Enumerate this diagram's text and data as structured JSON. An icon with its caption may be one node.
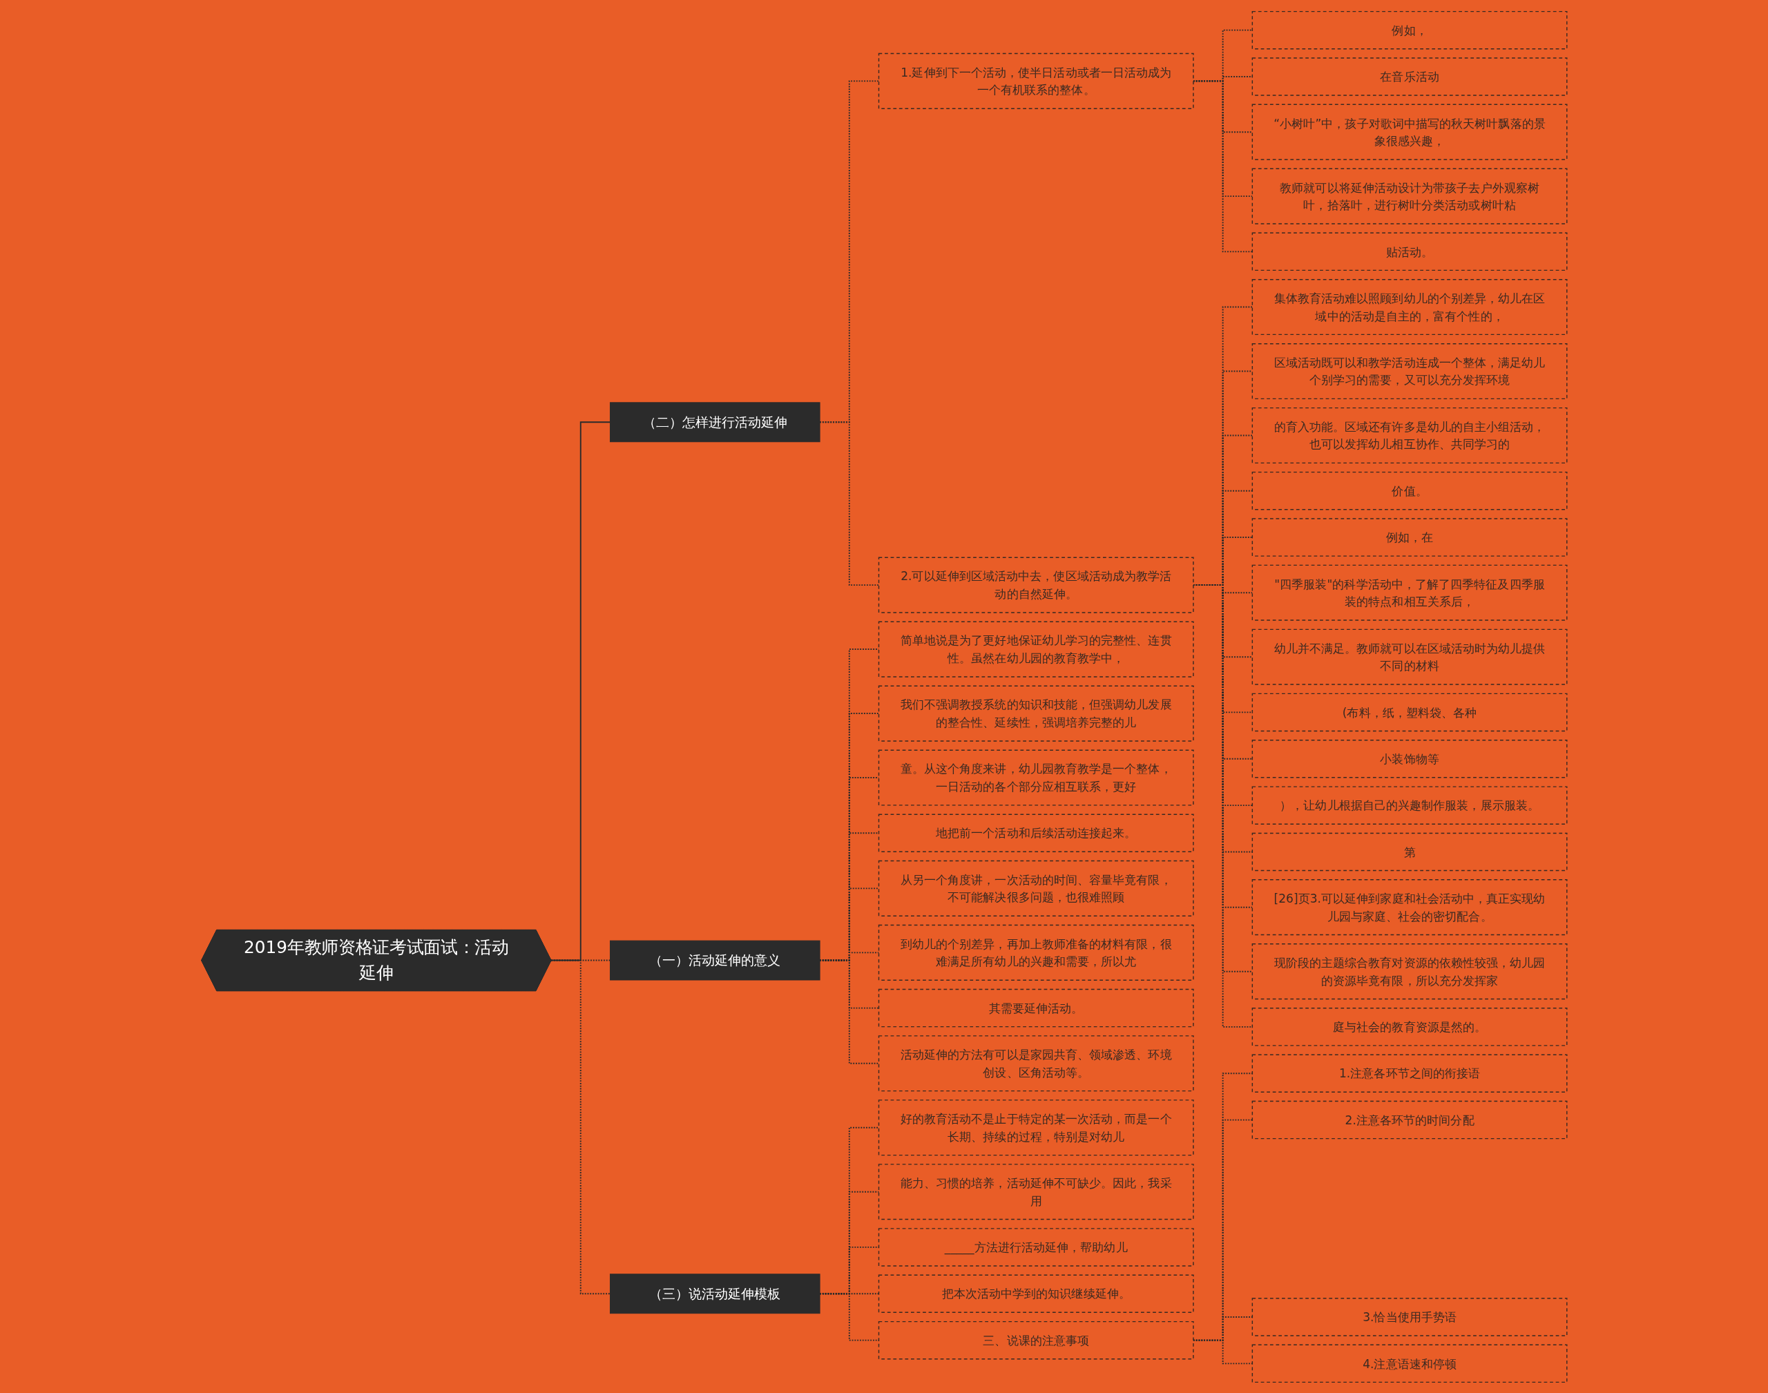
{
  "diagram": {
    "nodes": [
      {
        "text": [
          "2019年教师资格证考试面试：活动延伸"
        ]
      },
      {
        "text": [
          "（二）怎样进行活动延伸"
        ]
      },
      {
        "text": [
          "1.延伸到下一个活动，使半日活动或者一日活动成为一个有机联系的整体。"
        ]
      },
      {
        "text": [
          "例如，"
        ]
      },
      {
        "text": [
          "在音乐活动"
        ]
      },
      {
        "text": [
          "“小树叶”中，孩子对歌词中描写的秋天树叶飘落的景象很感兴趣，"
        ]
      },
      {
        "text": [
          "教师就可以将延伸活动设计为带孩子去户外观察树叶，拾落叶，进行树叶分类活动或树叶粘"
        ]
      },
      {
        "text": [
          "贴活动。"
        ]
      },
      {
        "text": [
          "2.可以延伸到区域活动中去，使区域活动成为教学活动的自然延伸。"
        ]
      },
      {
        "text": [
          "集体教育活动难以照顾到幼儿的个别差异，幼儿在区域中的活动是自主的，富有个性的，"
        ]
      },
      {
        "text": [
          "区域活动既可以和教学活动连成一个整体，满足幼儿个别学习的需要，又可以充分发挥环境"
        ]
      },
      {
        "text": [
          "的育入功能。区域还有许多是幼儿的自主小组活动，也可以发挥幼儿相互协作、共同学习的"
        ]
      },
      {
        "text": [
          "价值。"
        ]
      },
      {
        "text": [
          "例如，在"
        ]
      },
      {
        "text": [
          "\"四季服装\"的科学活动中，了解了四季特征及四季服装的特点和相互关系后，"
        ]
      },
      {
        "text": [
          "幼儿并不满足。教师就可以在区域活动时为幼儿提供不同的材料"
        ]
      },
      {
        "text": [
          "(布料，纸，塑料袋、各种"
        ]
      },
      {
        "text": [
          "小装饰物等"
        ]
      },
      {
        "text": [
          "），让幼儿根据自己的兴趣制作服装，展示服装。"
        ]
      },
      {
        "text": [
          "第"
        ]
      },
      {
        "text": [
          "[26]页3.可以延伸到家庭和社会活动中，真正实现幼儿园与家庭、社会的密切配合。"
        ]
      },
      {
        "text": [
          "现阶段的主题综合教育对资源的依赖性较强，幼儿园的资源毕竟有限，所以充分发挥家"
        ]
      },
      {
        "text": [
          "庭与社会的教育资源是然的。"
        ]
      },
      {
        "text": [
          "（一）活动延伸的意义"
        ]
      },
      {
        "text": [
          "简单地说是为了更好地保证幼儿学习的完整性、连贯性。虽然在幼儿园的教育教学中，"
        ]
      },
      {
        "text": [
          "我们不强调教授系统的知识和技能，但强调幼儿发展的整合性、延续性，强调培养完整的儿"
        ]
      },
      {
        "text": [
          "童。从这个角度来讲，幼儿园教育教学是一个整体，一日活动的各个部分应相互联系，更好"
        ]
      },
      {
        "text": [
          "地把前一个活动和后续活动连接起来。"
        ]
      },
      {
        "text": [
          "从另一个角度讲，一次活动的时间、容量毕竟有限，不可能解决很多问题，也很难照顾"
        ]
      },
      {
        "text": [
          "到幼儿的个别差异，再加上教师准备的材料有限，很难满足所有幼儿的兴趣和需要，所以尤"
        ]
      },
      {
        "text": [
          "其需要延伸活动。"
        ]
      },
      {
        "text": [
          "活动延伸的方法有可以是家园共育、领域渗透、环境创设、区角活动等。"
        ]
      },
      {
        "text": [
          "（三）说活动延伸模板"
        ]
      },
      {
        "text": [
          "好的教育活动不是止于特定的某一次活动，而是一个长期、持续的过程，特别是对幼儿"
        ]
      },
      {
        "text": [
          "能力、习惯的培养，活动延伸不可缺少。因此，我采用"
        ]
      },
      {
        "text": [
          "_____方法进行活动延伸，帮助幼儿"
        ]
      },
      {
        "text": [
          "把本次活动中学到的知识继续延伸。"
        ]
      },
      {
        "text": [
          "三、说课的注意事项"
        ]
      },
      {
        "text": [
          "1.注意各环节之间的衔接语"
        ]
      },
      {
        "text": [
          "2.注意各环节的时间分配"
        ]
      },
      {
        "text": [
          "3.恰当使用手势语"
        ]
      },
      {
        "text": [
          "4.注意语速和停顿"
        ]
      }
    ],
    "edges": [
      {
        "from": 0,
        "to": 1,
        "arrow": "none"
      },
      {
        "from": 1,
        "to": 2,
        "arrow": "none",
        "style": "dashed"
      },
      {
        "from": 2,
        "to": 3,
        "arrow": "none",
        "style": "dashed"
      },
      {
        "from": 2,
        "to": 4,
        "arrow": "none",
        "style": "dashed"
      },
      {
        "from": 2,
        "to": 5,
        "arrow": "none",
        "style": "dashed"
      },
      {
        "from": 2,
        "to": 6,
        "arrow": "none",
        "style": "dashed"
      },
      {
        "from": 2,
        "to": 7,
        "arrow": "none",
        "style": "dashed"
      },
      {
        "from": 1,
        "to": 8,
        "arrow": "none",
        "style": "dashed"
      },
      {
        "from": 8,
        "to": 9,
        "arrow": "none",
        "style": "dashed"
      },
      {
        "from": 8,
        "to": 10,
        "arrow": "none",
        "style": "dashed"
      },
      {
        "from": 8,
        "to": 11,
        "arrow": "none",
        "style": "dashed"
      },
      {
        "from": 8,
        "to": 12,
        "arrow": "none",
        "style": "dashed"
      },
      {
        "from": 8,
        "to": 13,
        "arrow": "none",
        "style": "dashed"
      },
      {
        "from": 8,
        "to": 14,
        "arrow": "none",
        "style": "dashed"
      },
      {
        "from": 8,
        "to": 15,
        "arrow": "none",
        "style": "dashed"
      },
      {
        "from": 8,
        "to": 16,
        "arrow": "none",
        "style": "dashed"
      },
      {
        "from": 8,
        "to": 17,
        "arrow": "none",
        "style": "dashed"
      },
      {
        "from": 8,
        "to": 18,
        "arrow": "none",
        "style": "dashed"
      },
      {
        "from": 8,
        "to": 19,
        "arrow": "none",
        "style": "dashed"
      },
      {
        "from": 8,
        "to": 20,
        "arrow": "none",
        "style": "dashed"
      },
      {
        "from": 8,
        "to": 21,
        "arrow": "none",
        "style": "dashed"
      },
      {
        "from": 8,
        "to": 22,
        "arrow": "none",
        "style": "dashed"
      },
      {
        "from": 0,
        "to": 23,
        "arrow": "none",
        "style": "dashed"
      },
      {
        "from": 23,
        "to": 24,
        "arrow": "none",
        "style": "dashed"
      },
      {
        "from": 23,
        "to": 25,
        "arrow": "none",
        "style": "dashed"
      },
      {
        "from": 23,
        "to": 26,
        "arrow": "none",
        "style": "dashed"
      },
      {
        "from": 23,
        "to": 27,
        "arrow": "none",
        "style": "dashed"
      },
      {
        "from": 23,
        "to": 28,
        "arrow": "none",
        "style": "dashed"
      },
      {
        "from": 23,
        "to": 29,
        "arrow": "none",
        "style": "dashed"
      },
      {
        "from": 23,
        "to": 30,
        "arrow": "none",
        "style": "dashed"
      },
      {
        "from": 23,
        "to": 31,
        "arrow": "none",
        "style": "dashed"
      },
      {
        "from": 0,
        "to": 32,
        "arrow": "none",
        "style": "dashed"
      },
      {
        "from": 32,
        "to": 33,
        "arrow": "none",
        "style": "dashed"
      },
      {
        "from": 32,
        "to": 34,
        "arrow": "none",
        "style": "dashed"
      },
      {
        "from": 32,
        "to": 35,
        "arrow": "none",
        "style": "dashed"
      },
      {
        "from": 32,
        "to": 36,
        "arrow": "none",
        "style": "dashed"
      },
      {
        "from": 32,
        "to": 37,
        "arrow": "none",
        "style": "dashed"
      },
      {
        "from": 37,
        "to": 38,
        "arrow": "none",
        "style": "dashed"
      },
      {
        "from": 37,
        "to": 39,
        "arrow": "none",
        "style": "dashed"
      },
      {
        "from": 37,
        "to": 40,
        "arrow": "none",
        "style": "dashed"
      },
      {
        "from": 37,
        "to": 41,
        "arrow": "none",
        "style": "dashed"
      }
    ]
  }
}
